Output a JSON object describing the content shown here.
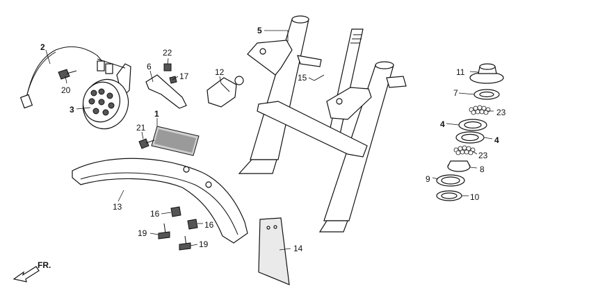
{
  "callouts": {
    "c1": "1",
    "c2": "2",
    "c3": "3",
    "c4a": "4",
    "c4b": "4",
    "c5": "5",
    "c6": "6",
    "c7": "7",
    "c8": "8",
    "c9": "9",
    "c10": "10",
    "c11": "11",
    "c12": "12",
    "c13": "13",
    "c14": "14",
    "c15": "15",
    "c16a": "16",
    "c16b": "16",
    "c17": "17",
    "c19a": "19",
    "c19b": "19",
    "c20": "20",
    "c21": "21",
    "c22": "22",
    "c23a": "23",
    "c23b": "23"
  },
  "direction": {
    "label": "FR."
  },
  "parts": {
    "horn_wire": "horn-wire-harness",
    "horn": "horn",
    "reflector": "reflector",
    "fender": "front-fender",
    "mudflap": "mud-flap",
    "fork": "front-fork-assembly",
    "steering_stack": "steering-stem-bearing-stack"
  }
}
